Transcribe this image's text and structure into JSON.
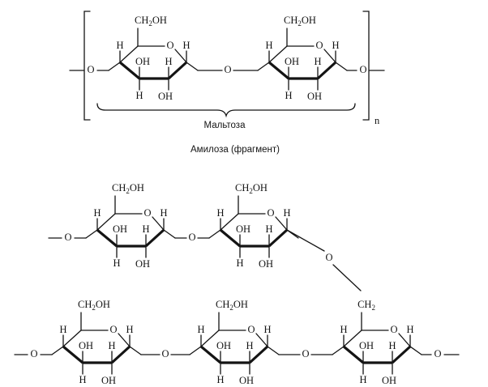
{
  "labels": {
    "ch2oh": "CH",
    "ch2oh_sub": "2",
    "ch2oh_tail": "OH",
    "ch2": "CH",
    "ch2_sub": "2",
    "o": "O",
    "h": "H",
    "oh": "OH",
    "repeat_n": "n"
  },
  "captions": {
    "maltose": "Мальтоза",
    "amylose": "Амилоза (фрагмент)"
  }
}
